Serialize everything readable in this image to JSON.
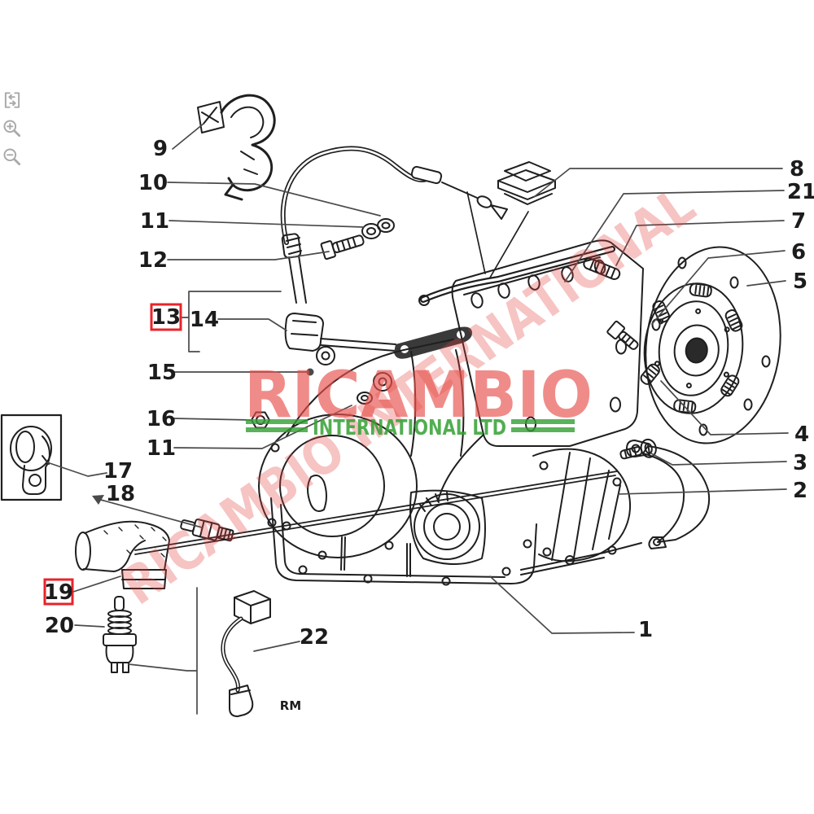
{
  "viewer": {
    "background": "#ffffff",
    "controls": [
      {
        "name": "fullscreen",
        "icon": "fullscreen-icon"
      },
      {
        "name": "zoom-in",
        "icon": "zoom-in-icon"
      },
      {
        "name": "zoom-out",
        "icon": "zoom-out-icon"
      }
    ]
  },
  "watermark": {
    "title": "RICAMBIO",
    "subtitle": "INTERNATIONAL LTD",
    "diagonal": "RICAMBIO INTERNATIONAL",
    "red": "#e2403d",
    "green": "#33a033"
  },
  "diagram": {
    "type": "exploded-parts-diagram",
    "subject": "automatic gearbox / transmission assembly",
    "note": "RM",
    "highlight_color": "#e8232a",
    "labels": [
      {
        "text": "9",
        "highlighted": false
      },
      {
        "text": "10",
        "highlighted": false
      },
      {
        "text": "11",
        "highlighted": false
      },
      {
        "text": "12",
        "highlighted": false
      },
      {
        "text": "13",
        "highlighted": true
      },
      {
        "text": "14",
        "highlighted": false
      },
      {
        "text": "15",
        "highlighted": false
      },
      {
        "text": "16",
        "highlighted": false
      },
      {
        "text": "11",
        "highlighted": false
      },
      {
        "text": "17",
        "highlighted": false
      },
      {
        "text": "18",
        "highlighted": false
      },
      {
        "text": "19",
        "highlighted": true
      },
      {
        "text": "20",
        "highlighted": false
      },
      {
        "text": "22",
        "highlighted": false
      },
      {
        "text": "8",
        "highlighted": false
      },
      {
        "text": "21",
        "highlighted": false
      },
      {
        "text": "7",
        "highlighted": false
      },
      {
        "text": "6",
        "highlighted": false
      },
      {
        "text": "5",
        "highlighted": false
      },
      {
        "text": "4",
        "highlighted": false
      },
      {
        "text": "3",
        "highlighted": false
      },
      {
        "text": "2",
        "highlighted": false
      },
      {
        "text": "1",
        "highlighted": false
      }
    ]
  }
}
